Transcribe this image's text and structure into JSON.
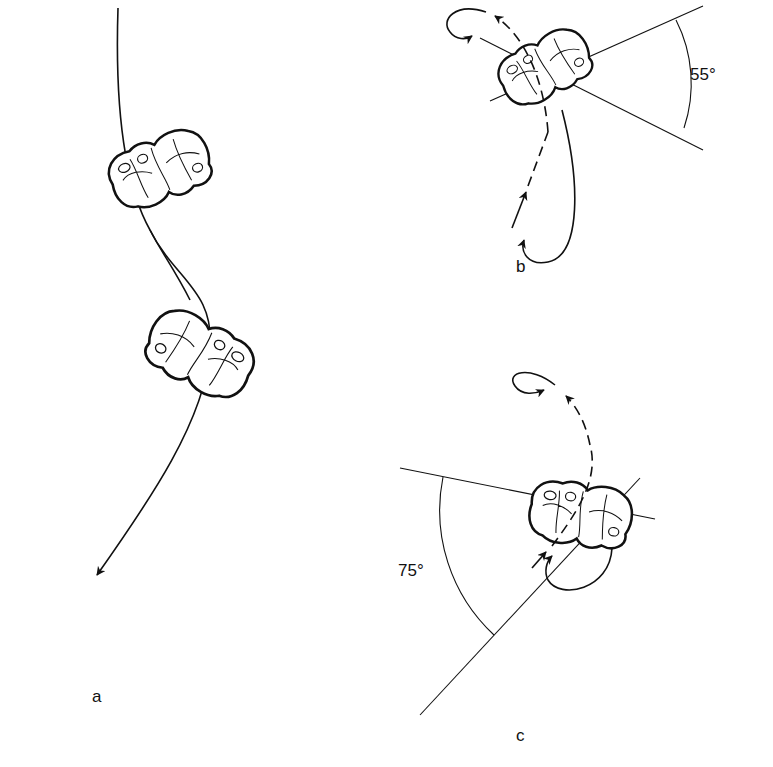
{
  "diagram": {
    "labels": [
      "55°",
      "b",
      "75°",
      "a",
      "c"
    ]
  }
}
